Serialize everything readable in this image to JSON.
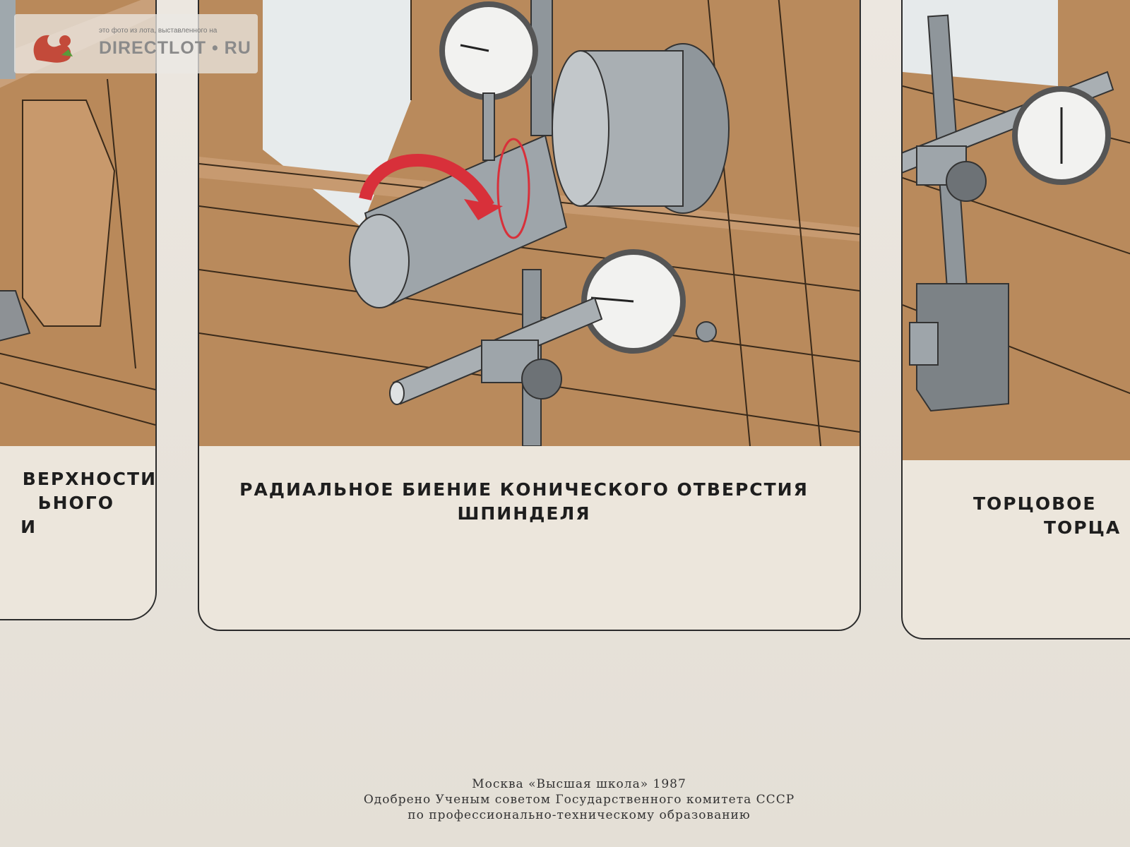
{
  "watermark": {
    "top_text": "это фото из лота, выставленного на",
    "brand": "DIRECTLOT • RU",
    "logo_icon": "squirrel-logo-icon"
  },
  "panels": {
    "left": {
      "caption_lines": [
        "ВЕРХНОСТИ",
        "ЬНОГО",
        "И"
      ]
    },
    "center": {
      "caption_lines": [
        "РАДИАЛЬНОЕ БИЕНИЕ КОНИЧЕСКОГО ОТВЕРСТИЯ",
        "ШПИНДЕЛЯ"
      ]
    },
    "right": {
      "caption_lines": [
        "ТОРЦОВОЕ",
        "ТОРЦА"
      ]
    }
  },
  "footer": {
    "line1": "Москва «Высшая школа» 1987",
    "line2": "Одобрено Ученым советом Государственного комитета СССР",
    "line3": "по профессионально-техническому образованию"
  },
  "colors": {
    "wood": "#b98a5c",
    "steel": "#9aa0a4",
    "arrow": "#d8303a",
    "paper": "#ece6dc"
  }
}
